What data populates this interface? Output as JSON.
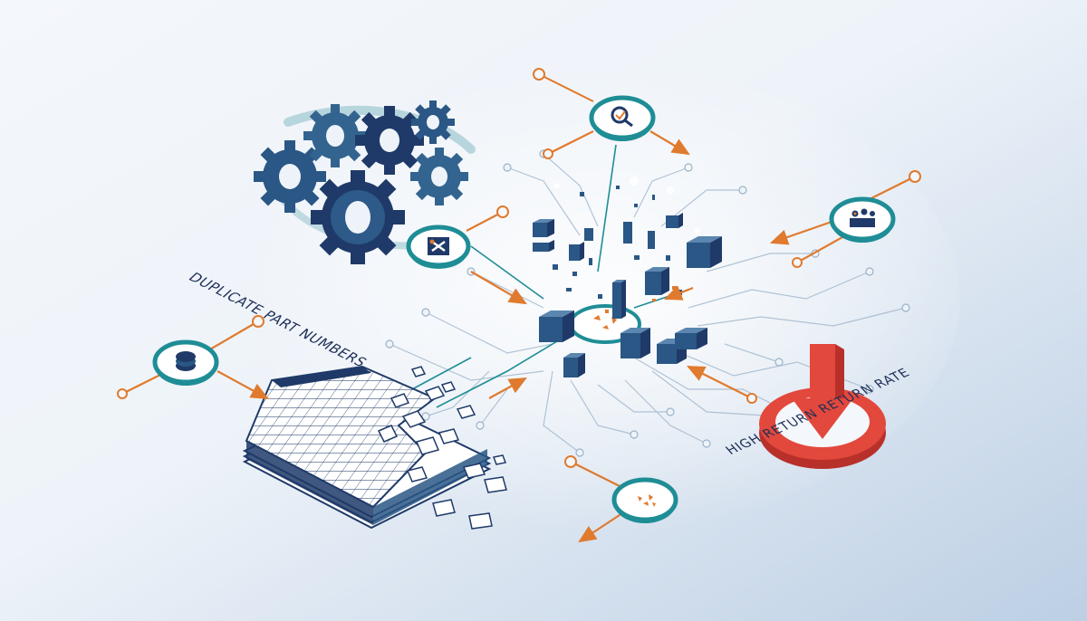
{
  "labels": {
    "duplicate_part_numbers": "DUPLICATE PART NUMBERS",
    "high_return_rate": "HIGH RETURN RETURN RATE"
  },
  "colors": {
    "navy": "#1f3a68",
    "steel_blue": "#33648f",
    "teal": "#1f8d96",
    "orange": "#e07a2e",
    "red": "#e2483c",
    "background_light": "#f7f9fc",
    "background_blue": "#c2d3e6"
  },
  "icons": [
    "gears-cluster",
    "search-icon",
    "tools-icon",
    "team-icon",
    "coins-icon",
    "scatter-icon",
    "return-down-arrow-icon"
  ]
}
